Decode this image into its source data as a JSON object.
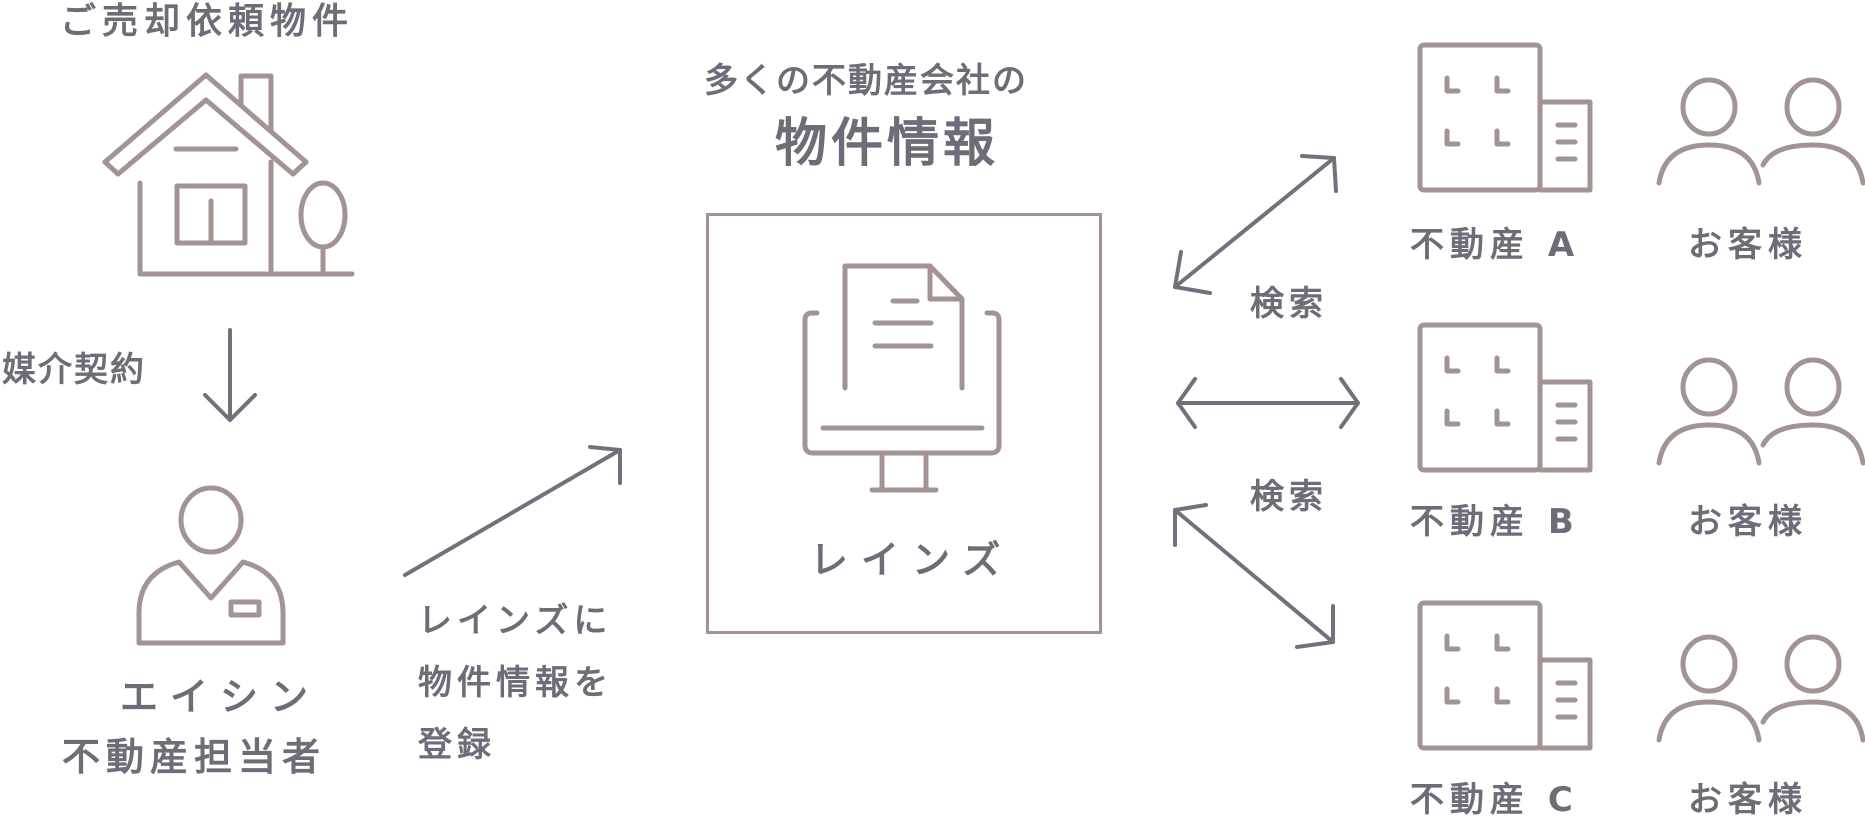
{
  "left": {
    "property_title": "ご売却依頼物件",
    "contract_label": "媒介契約",
    "agent_name": "エイシン",
    "agent_role": "不動産担当者",
    "register_line1": "レインズに",
    "register_line2": "物件情報を",
    "register_line3": "登録"
  },
  "center": {
    "header_line1": "多くの不動産会社の",
    "header_line2": "物件情報",
    "system_label": "レインズ"
  },
  "right": {
    "search_label_1": "検索",
    "search_label_2": "検索",
    "rows": [
      {
        "agency": "不動産 A",
        "customer": "お客様"
      },
      {
        "agency": "不動産 B",
        "customer": "お客様"
      },
      {
        "agency": "不動産 C",
        "customer": "お客様"
      }
    ]
  },
  "icons": [
    "house-icon",
    "person-icon",
    "monitor-document-icon",
    "building-icon",
    "customers-icon"
  ],
  "colors": {
    "text": "#6c6d79",
    "icon_stroke": "#a39392",
    "arrow": "#70717d"
  }
}
